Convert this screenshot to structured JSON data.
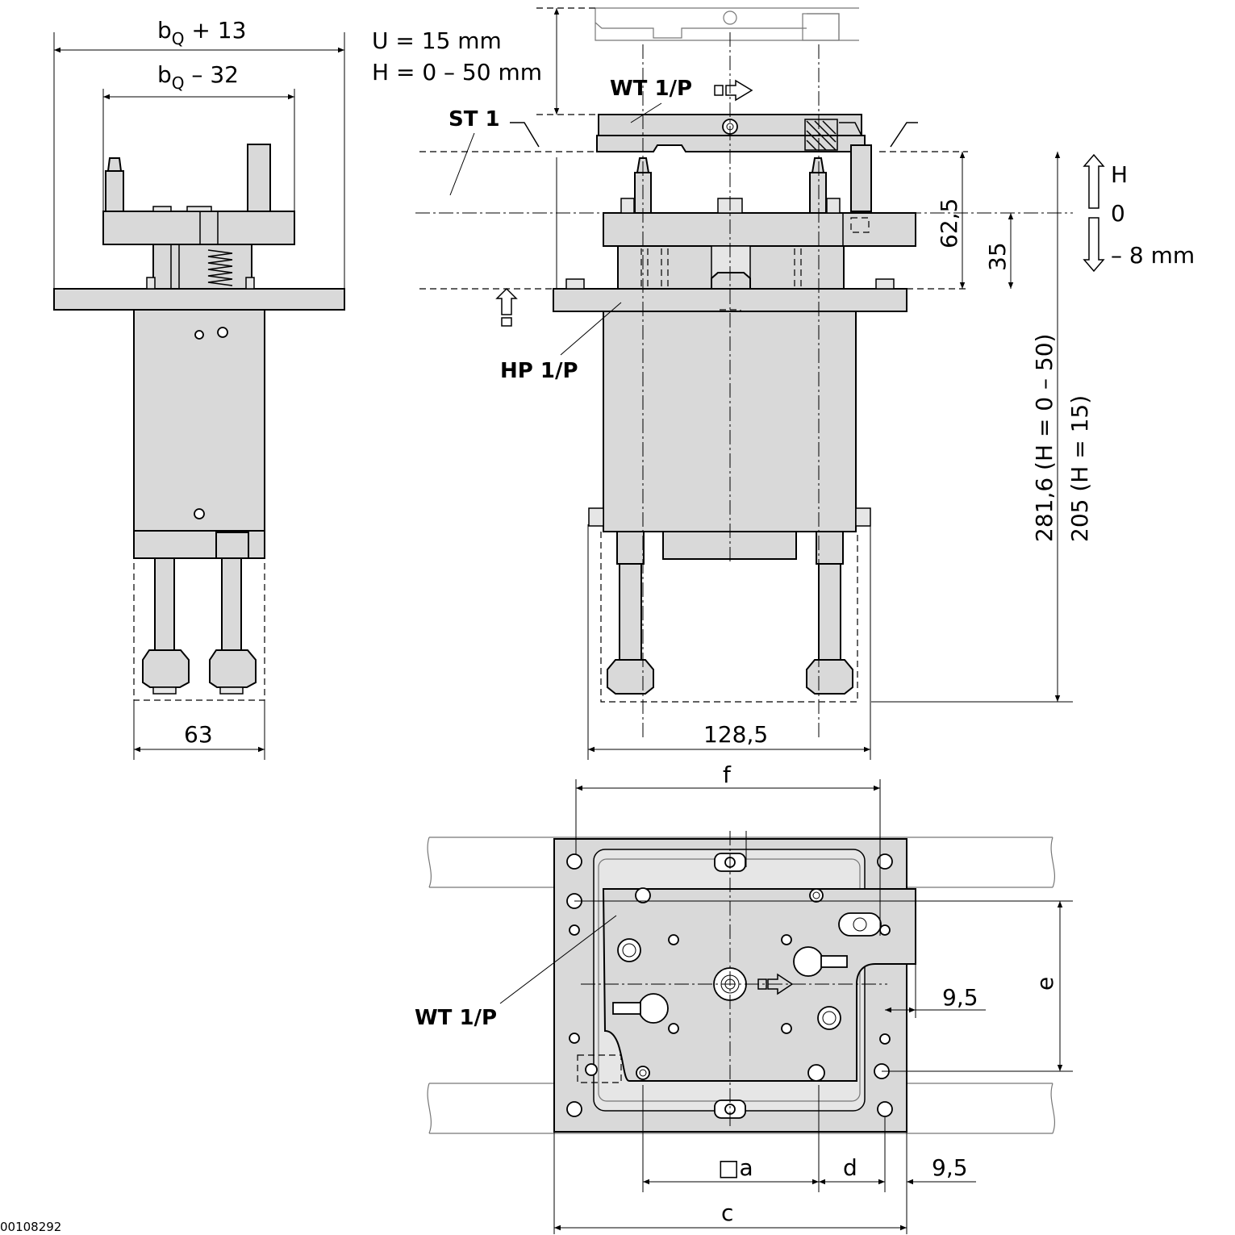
{
  "labels": {
    "bq_plus_13_base": "b",
    "bq_plus_13_sub": "Q",
    "bq_plus_13_rest": " + 13",
    "bq_minus_32_base": "b",
    "bq_minus_32_sub": "Q",
    "bq_minus_32_rest": " – 32",
    "u_stroke": "U = 15 mm",
    "h_range": "H = 0 – 50 mm",
    "wt1p_top": "WT 1/P",
    "st1": "ST 1",
    "h_arrow": "H",
    "zero": "0",
    "minus_8": "– 8 mm",
    "dim_62_5": "62,5",
    "dim_35": "35",
    "hp1p": "HP 1/P",
    "dim_281_6": "281,6 (H = 0 – 50)",
    "dim_205": "205 (H = 15)",
    "dim_63": "63",
    "dim_128_5": "128,5",
    "dim_f": "f",
    "dim_e": "e",
    "dim_9_5_right": "9,5",
    "wt1p_bottom": "WT 1/P",
    "dim_a": "□a",
    "dim_d": "d",
    "dim_9_5_bottom": "9,5",
    "dim_c": "c",
    "doc_number": "00108292"
  }
}
